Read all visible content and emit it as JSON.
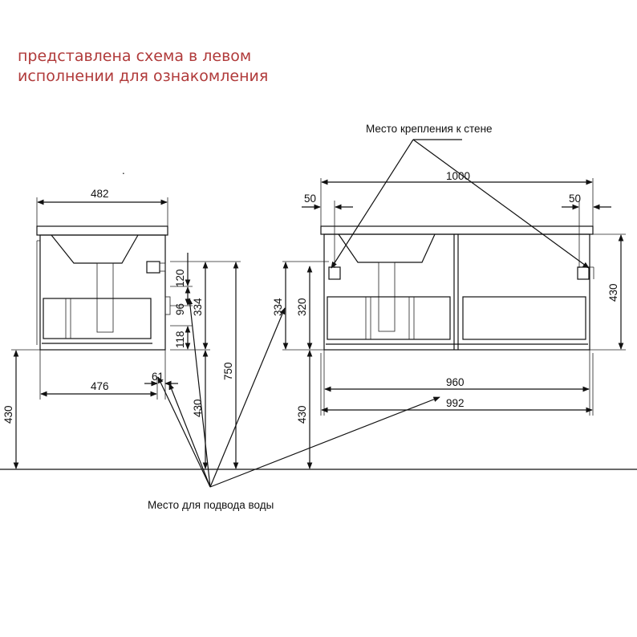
{
  "note": {
    "line1": "представлена схема в левом",
    "line2": "исполнении для ознакомления",
    "color": "#b03a3a"
  },
  "callouts": {
    "wall_mount": "Место крепления к стене",
    "water_supply": "Место для подвода воды"
  },
  "side_view": {
    "width_top": "482",
    "depth_bottom": "476",
    "offset_61": "61",
    "height_from_floor": "430",
    "dim_120": "120",
    "dim_96": "96",
    "dim_118": "118",
    "dim_334": "334",
    "dim_430_water": "430",
    "dim_750": "750"
  },
  "front_view": {
    "width_top": "1000",
    "margin_left": "50",
    "margin_right": "50",
    "dim_334": "334",
    "dim_320": "320",
    "dim_430_floor": "430",
    "dim_430_body": "430",
    "width_960": "960",
    "width_992": "992"
  }
}
